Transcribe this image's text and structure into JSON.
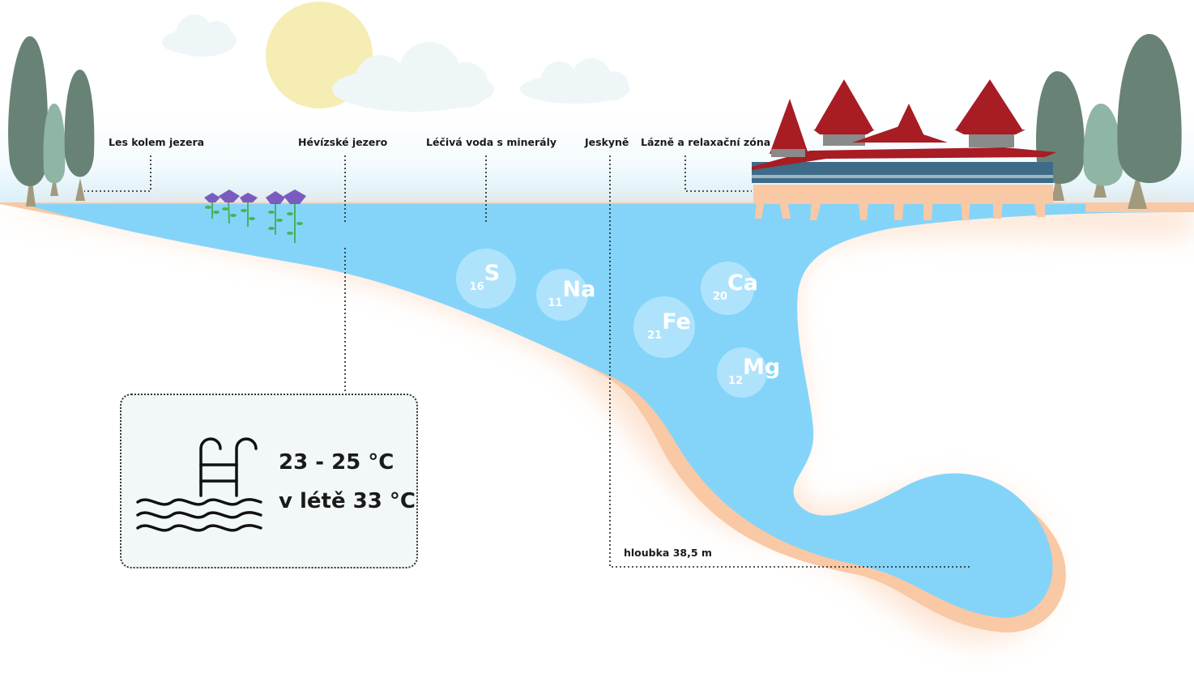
{
  "labels": {
    "forest": "Les kolem jezera",
    "lake": "Hévízské jezero",
    "water": "Léčivá voda s minerály",
    "cave": "Jeskyně",
    "spa": "Lázně a relaxační zóna",
    "depth": "hloubka 38,5 m"
  },
  "minerals": [
    {
      "symbol": "S",
      "number": "16"
    },
    {
      "symbol": "Na",
      "number": "11"
    },
    {
      "symbol": "Fe",
      "number": "21"
    },
    {
      "symbol": "Ca",
      "number": "20"
    },
    {
      "symbol": "Mg",
      "number": "12"
    }
  ],
  "temperature": {
    "range": "23 - 25 °C",
    "summer": "v létě 33 °C"
  },
  "icons": [
    "pool-ladder-icon",
    "water-waves-icon",
    "tree-icon",
    "sun-icon",
    "cloud-icon",
    "flower-icon",
    "spa-building-icon"
  ],
  "colors": {
    "water": "#84d4fa",
    "shore": "#f9c8a4",
    "tree_dark": "#688376",
    "tree_light": "#8fb5a5",
    "roof": "#a81c24",
    "sun": "#f6edb4"
  }
}
